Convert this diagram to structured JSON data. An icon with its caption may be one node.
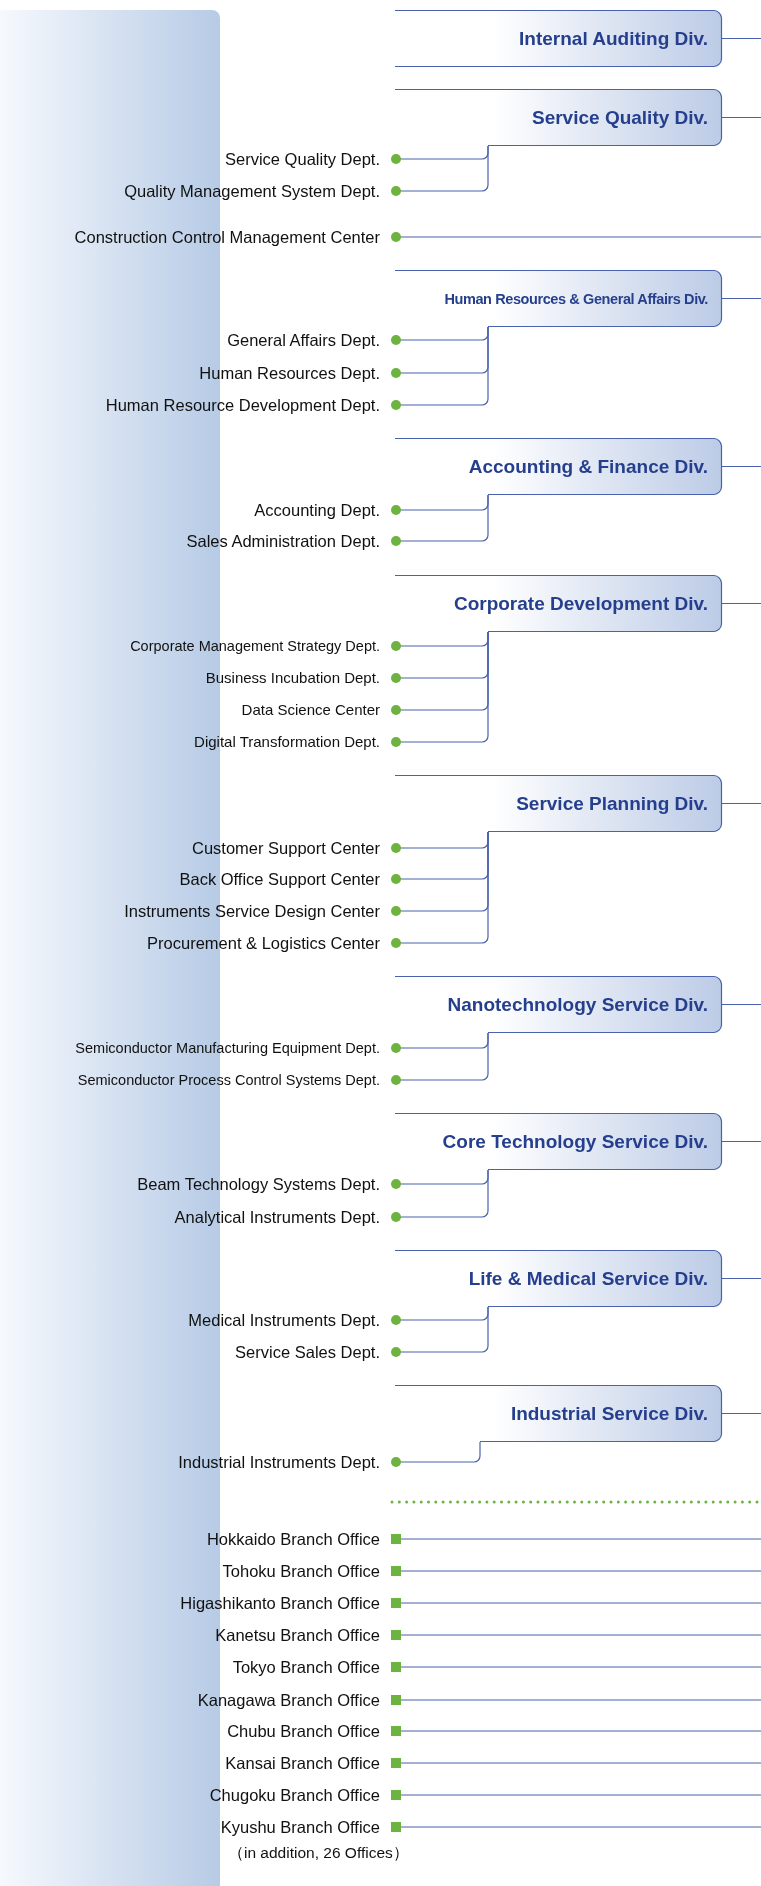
{
  "diagram": {
    "nodes": [
      {
        "text": [
          "Internal Auditing Div."
        ]
      },
      {
        "text": [
          "Service Quality Div."
        ]
      },
      {
        "text": [
          "Service Quality Dept."
        ]
      },
      {
        "text": [
          "Quality Management System Dept."
        ]
      },
      {
        "text": [
          "Construction Control Management Center"
        ]
      },
      {
        "text": [
          "Human Resources & General Affairs Div."
        ]
      },
      {
        "text": [
          "General Affairs Dept."
        ]
      },
      {
        "text": [
          "Human Resources Dept."
        ]
      },
      {
        "text": [
          "Human Resource Development Dept."
        ]
      },
      {
        "text": [
          "Accounting & Finance Div."
        ]
      },
      {
        "text": [
          "Accounting Dept."
        ]
      },
      {
        "text": [
          "Sales Administration Dept."
        ]
      },
      {
        "text": [
          "Corporate Development Div."
        ]
      },
      {
        "text": [
          "Corporate Management Strategy Dept."
        ]
      },
      {
        "text": [
          "Business Incubation Dept."
        ]
      },
      {
        "text": [
          "Data Science Center"
        ]
      },
      {
        "text": [
          "Digital Transformation Dept."
        ]
      },
      {
        "text": [
          "Service Planning Div."
        ]
      },
      {
        "text": [
          "Customer Support Center"
        ]
      },
      {
        "text": [
          "Back Office Support Center"
        ]
      },
      {
        "text": [
          "Instruments Service Design Center"
        ]
      },
      {
        "text": [
          "Procurement & Logistics Center"
        ]
      },
      {
        "text": [
          "Nanotechnology Service Div."
        ]
      },
      {
        "text": [
          "Semiconductor Manufacturing Equipment Dept."
        ]
      },
      {
        "text": [
          "Semiconductor Process Control Systems Dept."
        ]
      },
      {
        "text": [
          "Core Technology Service Div."
        ]
      },
      {
        "text": [
          "Beam Technology Systems Dept."
        ]
      },
      {
        "text": [
          "Analytical Instruments Dept."
        ]
      },
      {
        "text": [
          "Life & Medical Service Div."
        ]
      },
      {
        "text": [
          "Medical Instruments Dept."
        ]
      },
      {
        "text": [
          "Service Sales Dept."
        ]
      },
      {
        "text": [
          "Industrial Service Div."
        ]
      },
      {
        "text": [
          "Industrial Instruments Dept."
        ]
      },
      {
        "text": [
          "Hokkaido Branch Office"
        ]
      },
      {
        "text": [
          "Tohoku Branch Office"
        ]
      },
      {
        "text": [
          "Higashikanto Branch Office"
        ]
      },
      {
        "text": [
          "Kanetsu Branch Office"
        ]
      },
      {
        "text": [
          "Tokyo Branch Office"
        ]
      },
      {
        "text": [
          "Kanagawa Branch Office"
        ]
      },
      {
        "text": [
          "Chubu Branch Office"
        ]
      },
      {
        "text": [
          "Kansai Branch Office"
        ]
      },
      {
        "text": [
          "Chugoku Branch Office"
        ]
      },
      {
        "text": [
          "Kyushu Branch Office"
        ]
      }
    ],
    "edges": [
      {
        "from": 0,
        "to": null,
        "arrow": "none"
      },
      {
        "from": 1,
        "to": null,
        "arrow": "none"
      },
      {
        "from": 1,
        "to": 2,
        "arrow": "other"
      },
      {
        "from": 1,
        "to": 3,
        "arrow": "other"
      },
      {
        "from": 4,
        "to": null,
        "arrow": "other"
      },
      {
        "from": 5,
        "to": null,
        "arrow": "none"
      },
      {
        "from": 5,
        "to": 6,
        "arrow": "other"
      },
      {
        "from": 5,
        "to": 7,
        "arrow": "other"
      },
      {
        "from": 5,
        "to": 8,
        "arrow": "other"
      },
      {
        "from": 9,
        "to": null,
        "arrow": "none"
      },
      {
        "from": 9,
        "to": 10,
        "arrow": "other"
      },
      {
        "from": 9,
        "to": 11,
        "arrow": "other"
      },
      {
        "from": 12,
        "to": null,
        "arrow": "none"
      },
      {
        "from": 12,
        "to": 13,
        "arrow": "other"
      },
      {
        "from": 12,
        "to": 14,
        "arrow": "other"
      },
      {
        "from": 12,
        "to": 15,
        "arrow": "other"
      },
      {
        "from": 12,
        "to": 16,
        "arrow": "other"
      },
      {
        "from": 17,
        "to": null,
        "arrow": "none"
      },
      {
        "from": 17,
        "to": 18,
        "arrow": "other"
      },
      {
        "from": 17,
        "to": 19,
        "arrow": "other"
      },
      {
        "from": 17,
        "to": 20,
        "arrow": "other"
      },
      {
        "from": 17,
        "to": 21,
        "arrow": "other"
      },
      {
        "from": 22,
        "to": null,
        "arrow": "none"
      },
      {
        "from": 22,
        "to": 23,
        "arrow": "other"
      },
      {
        "from": 22,
        "to": 24,
        "arrow": "other"
      },
      {
        "from": 25,
        "to": null,
        "arrow": "none"
      },
      {
        "from": 25,
        "to": 26,
        "arrow": "other"
      },
      {
        "from": 25,
        "to": 27,
        "arrow": "other"
      },
      {
        "from": 28,
        "to": null,
        "arrow": "none"
      },
      {
        "from": 28,
        "to": 29,
        "arrow": "other"
      },
      {
        "from": 28,
        "to": 30,
        "arrow": "other"
      },
      {
        "from": 31,
        "to": null,
        "arrow": "none"
      },
      {
        "from": 31,
        "to": 32,
        "arrow": "other"
      },
      {
        "from": 33,
        "to": null,
        "arrow": "other"
      },
      {
        "from": 34,
        "to": null,
        "arrow": "other"
      },
      {
        "from": 35,
        "to": null,
        "arrow": "other"
      },
      {
        "from": 36,
        "to": null,
        "arrow": "other"
      },
      {
        "from": 37,
        "to": null,
        "arrow": "other"
      },
      {
        "from": 38,
        "to": null,
        "arrow": "other"
      },
      {
        "from": 39,
        "to": null,
        "arrow": "other"
      },
      {
        "from": 40,
        "to": null,
        "arrow": "other"
      },
      {
        "from": 41,
        "to": null,
        "arrow": "other"
      },
      {
        "from": 42,
        "to": null,
        "arrow": "other"
      }
    ],
    "labels": [
      "（in addition, 26 Offices）"
    ]
  }
}
